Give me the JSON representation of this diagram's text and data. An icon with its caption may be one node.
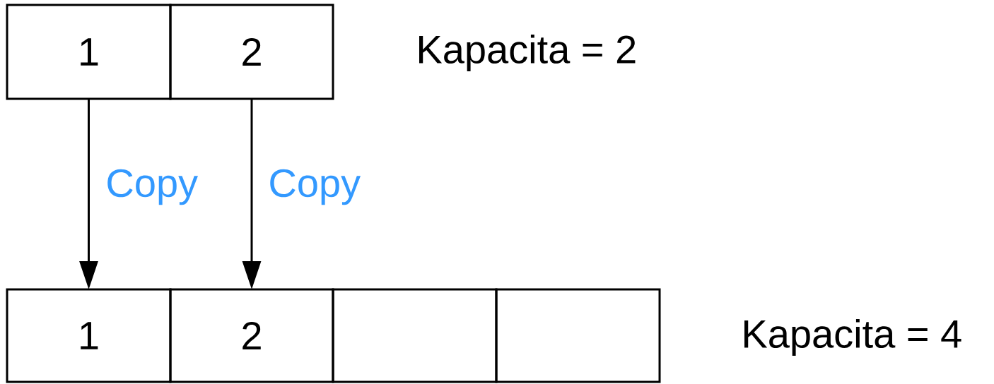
{
  "diagram": {
    "nodes": [
      {
        "text": [
          "1"
        ]
      },
      {
        "text": [
          "2"
        ]
      },
      {
        "text": [
          "1"
        ]
      },
      {
        "text": [
          "2"
        ]
      },
      {
        "text": [],
        "shape": "box"
      },
      {
        "text": [],
        "shape": "box"
      }
    ],
    "edges": [
      {
        "from": 0,
        "to": 2,
        "arrow": "to",
        "label": "Copy"
      },
      {
        "from": 1,
        "to": 3,
        "arrow": "to",
        "label": "Copy"
      }
    ],
    "labels": [
      "Kapacita = 2",
      "Kapacita = 4"
    ]
  }
}
